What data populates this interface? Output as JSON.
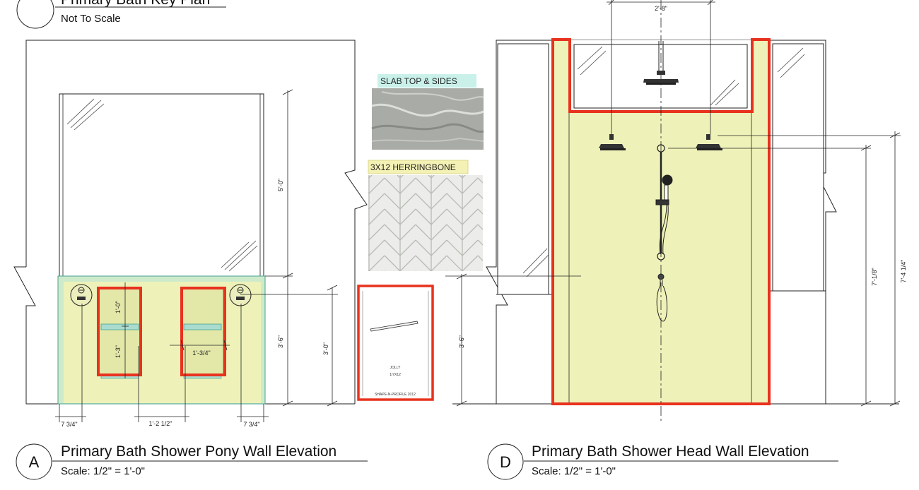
{
  "key_plan": {
    "title": "Primary Bath Key Plan",
    "subtitle": "Not To Scale"
  },
  "elevation_a": {
    "bubble": "A",
    "title": "Primary Bath Shower Pony Wall Elevation",
    "scale": "Scale: 1/2\" = 1'-0\"",
    "dims": {
      "height_upper": "5'-0\"",
      "height_wall": "3'-6\"",
      "height_niche": "3'-0\"",
      "niche_top": "1'-0\"",
      "niche_bottom": "1'-3\"",
      "niche_width": "1'-3/4\"",
      "left_offset": "7 3/4\"",
      "center_gap": "1'-2 1/2\"",
      "right_offset": "7 3/4\""
    }
  },
  "elevation_d": {
    "bubble": "D",
    "title": "Primary Bath Shower Head Wall Elevation",
    "scale": "Scale: 1/2\" = 1'-0\"",
    "dims": {
      "top_width": "2'-8\"",
      "wall_height": "3'-6\"",
      "head_height_1": "7'-1/8\"",
      "head_height_2": "7'-4 1/4\""
    }
  },
  "materials": {
    "slab_label": "SLAB TOP & SIDES",
    "herringbone_label": "3X12 HERRINGBONE",
    "card_name": "JOLLY",
    "card_code": "1/7X12",
    "card_footer": "SHAPE-N-PROFILE 2012"
  },
  "colors": {
    "tile_fill": "#eef2b8",
    "glass_fill": "#b2e6da",
    "highlight": "#e8321e",
    "slab_tag": "#c9f1ea",
    "herringbone_tag": "#f4f1b5"
  }
}
